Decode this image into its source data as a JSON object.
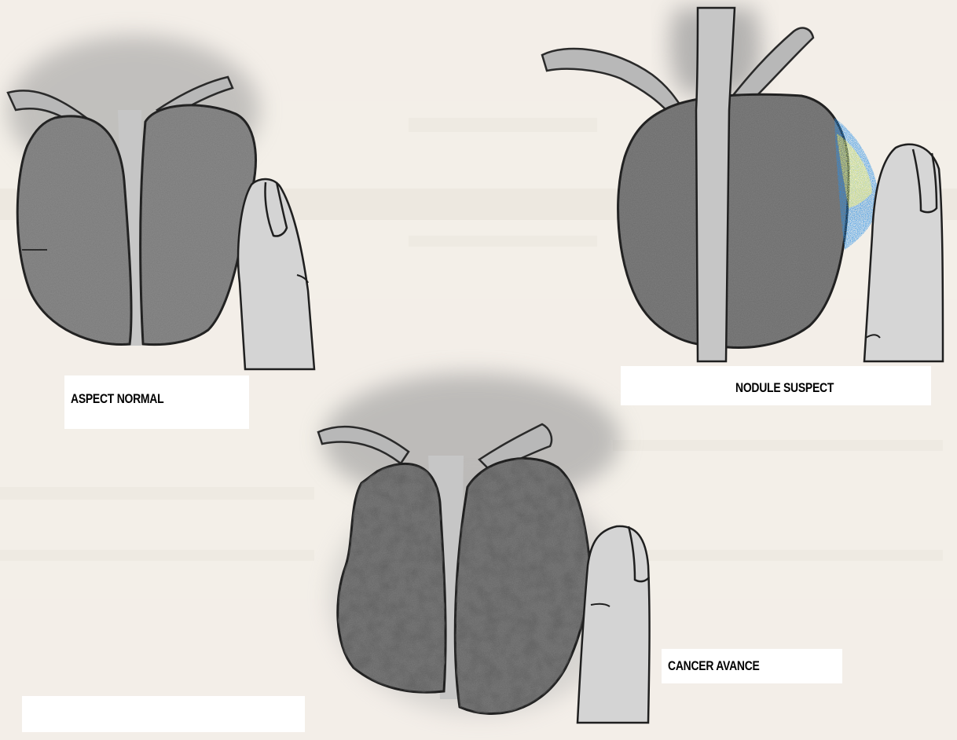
{
  "panels": {
    "normal": {
      "label": "ASPECT NORMAL"
    },
    "suspect": {
      "label": "NODULE SUSPECT"
    },
    "cancer": {
      "label": "CANCER AVANCE"
    }
  },
  "colors": {
    "paper": "#f3efe8",
    "lobe_fill": "#8a8a8a",
    "urethra_fill": "#c6c6c6",
    "outline": "#2a2a2a",
    "nodule_yellow": "#f4f06a",
    "nodule_blue": "#2a8fe6",
    "label_bg": "#ffffff"
  },
  "icons": {
    "finger": "examining-finger",
    "nodule": "suspicious-nodule"
  }
}
